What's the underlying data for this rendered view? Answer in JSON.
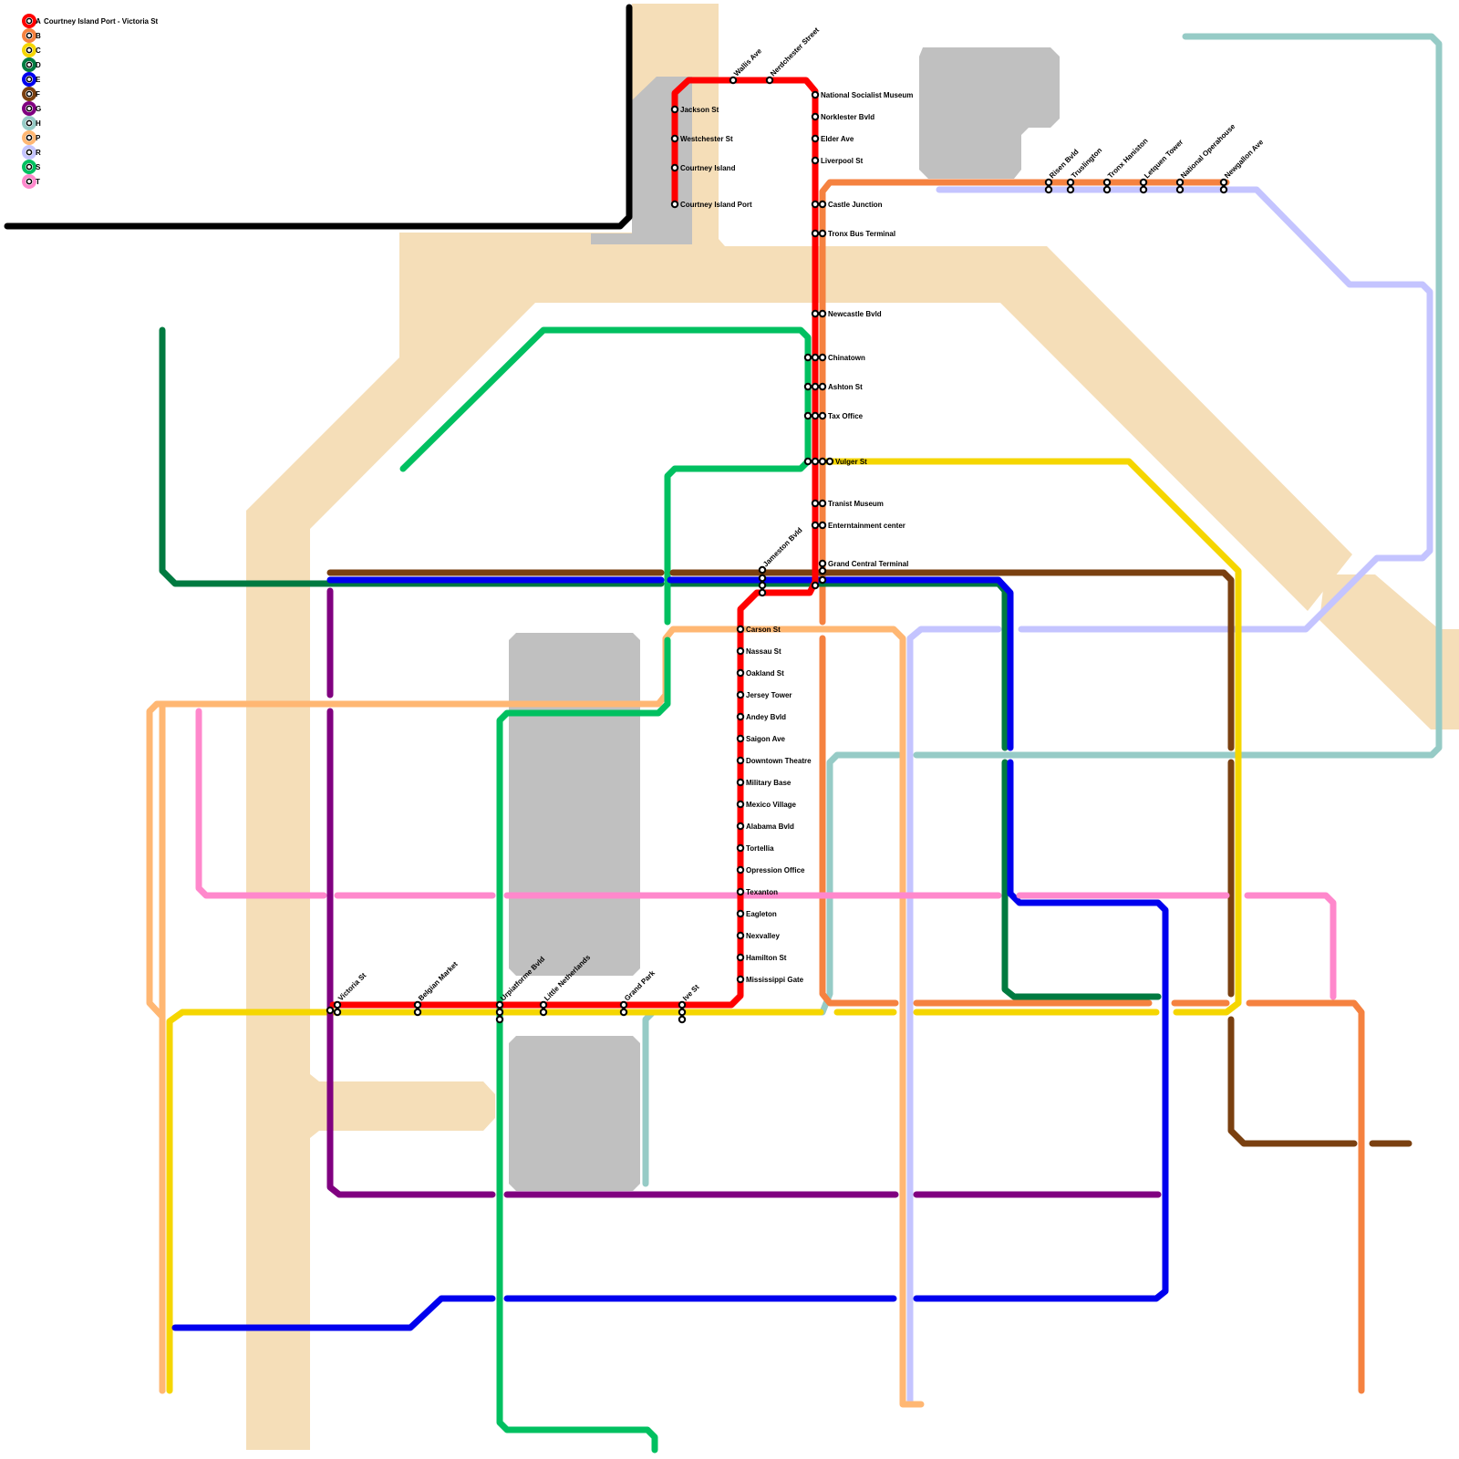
{
  "lines": [
    {
      "id": "A",
      "label": "A",
      "color": "#ff0000",
      "description": "Courtney Island Port - Victoria St"
    },
    {
      "id": "B",
      "label": "B",
      "color": "#f58240",
      "description": ""
    },
    {
      "id": "C",
      "label": "C",
      "color": "#f5d600",
      "description": ""
    },
    {
      "id": "D",
      "label": "D",
      "color": "#007a40",
      "description": ""
    },
    {
      "id": "E",
      "label": "E",
      "color": "#0000ee",
      "description": ""
    },
    {
      "id": "F",
      "label": "F",
      "color": "#7a4010",
      "description": ""
    },
    {
      "id": "G",
      "label": "G",
      "color": "#800080",
      "description": ""
    },
    {
      "id": "H",
      "label": "H",
      "color": "#96cbc6",
      "description": ""
    },
    {
      "id": "P",
      "label": "P",
      "color": "#ffb773",
      "description": ""
    },
    {
      "id": "R",
      "label": "R",
      "color": "#c4c4ff",
      "description": ""
    },
    {
      "id": "S",
      "label": "S",
      "color": "#00c060",
      "description": ""
    },
    {
      "id": "T",
      "label": "T",
      "color": "#ff88cc",
      "description": ""
    }
  ],
  "stations": {
    "jackson_st": "Jackson St",
    "westchester_st": "Westchester St",
    "courtney_island": "Courtney Island",
    "courtney_island_port": "Courtney Island Port",
    "wallis_ave": "Wallis Ave",
    "nerdchester_street": "Nerdchester Street",
    "national_socialist_museum": "National Socialist Museum",
    "norklester_bvld": "Norklester Bvld",
    "elder_ave": "Elder Ave",
    "liverpool_st": "Liverpool St",
    "castle_junction": "Castle Junction",
    "tronx_bus_terminal": "Tronx Bus Terminal",
    "newcastle_bvld": "Newcastle Bvld",
    "chinatown": "Chinatown",
    "ashton_st": "Ashton St",
    "tax_office": "Tax Office",
    "vulger_st": "Vulger St",
    "tranist_museum": "Tranist Museum",
    "enterntainment_center": "Enterntainment center",
    "grand_central_terminal": "Grand Central Terminal",
    "jameston_bvld": "Jameston Bvld",
    "risen_bvld": "Risen Bvld",
    "truslington": "Truslington",
    "tronx_haniston": "Tronx Haniston",
    "letquen_tower": "Letquen Tower",
    "national_operahouse": "National Operahouse",
    "newgallon_ave": "Newgallon Ave",
    "carson_st": "Carson St",
    "nassau_st": "Nassau St",
    "oakland_st": "Oakland St",
    "jersey_tower": "Jersey Tower",
    "andey_bvld": "Andey Bvld",
    "saigon_ave": "Saigon Ave",
    "downtown_theatre": "Downtown Theatre",
    "military_base": "Military Base",
    "mexico_village": "Mexico Village",
    "alabama_bvld": "Alabama Bvld",
    "tortellia": "Tortellia",
    "opression_office": "Opression Office",
    "texanton": "Texanton",
    "eagleton": "Eagleton",
    "nexvalley": "Nexvalley",
    "hamilton_st": "Hamilton St",
    "mississippi_gate": "Mississippi Gate",
    "victoria_st": "Victoria St",
    "belgian_market": "Belgian Market",
    "urpiatforme_bvld": "Urpiatforme Bvld",
    "little_netherlands": "Little Netherlands",
    "grand_park": "Grand Park",
    "ive_st": "Ive St"
  },
  "colors": {
    "land": "#f5deb8",
    "block": "#c0c0c0",
    "black_line": "#000000"
  }
}
